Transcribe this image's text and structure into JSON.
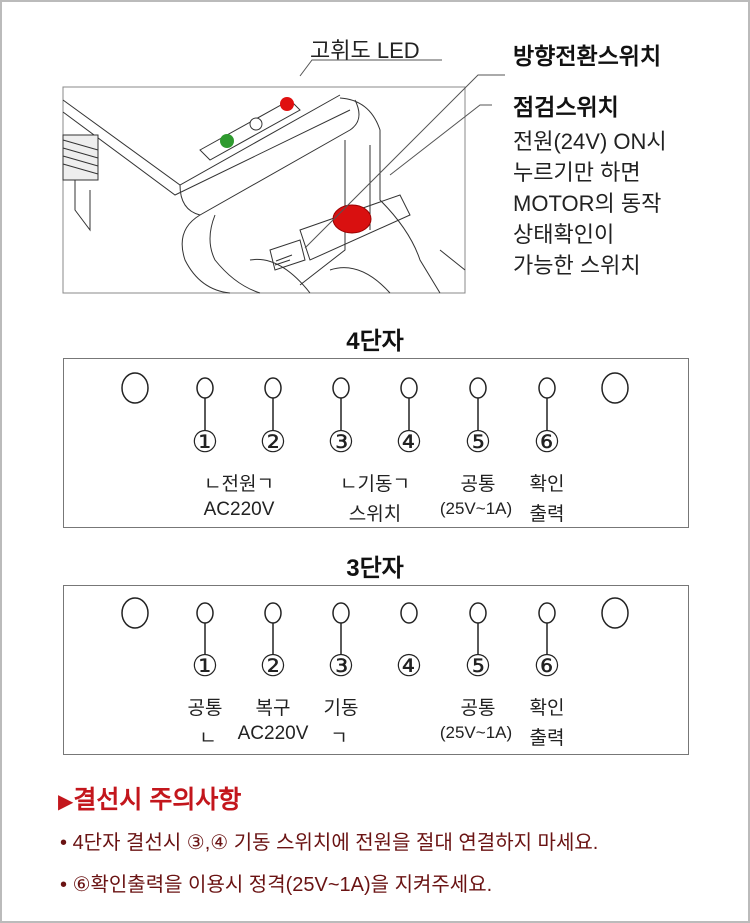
{
  "illustration": {
    "led_label": "고휘도 LED",
    "direction_switch_label": "방향전환스위치",
    "check_switch_label": "점검스위치",
    "check_switch_desc": [
      "전원(24V) ON시",
      "누르기만 하면",
      "MOTOR의 동작",
      "상태확인이",
      "가능한 스위치"
    ],
    "colors": {
      "led_green": "#2e9a2e",
      "led_red": "#e01010",
      "button_red": "#d91010"
    }
  },
  "four_terminal": {
    "title": "4단자",
    "numbers": [
      "1",
      "2",
      "3",
      "4",
      "5",
      "6"
    ],
    "labels": {
      "power_top": "ㄴ전원ㄱ",
      "power_bottom": "AC220V",
      "start_top": "ㄴ기동ㄱ",
      "start_bottom": "스위치",
      "common_top": "공통",
      "common_bottom": "(25V~1A)",
      "confirm_top": "확인",
      "confirm_bottom": "출력"
    }
  },
  "three_terminal": {
    "title": "3단자",
    "numbers": [
      "1",
      "2",
      "3",
      "4",
      "5",
      "6"
    ],
    "labels": {
      "t1": "공통",
      "t2": "복구",
      "t3": "기동",
      "ac_left": "ㄴ",
      "ac": "AC220V",
      "ac_right": "ㄱ",
      "common_top": "공통",
      "common_bottom": "(25V~1A)",
      "confirm_top": "확인",
      "confirm_bottom": "출력"
    }
  },
  "warning": {
    "title": "결선시 주의사항",
    "bullets": [
      "4단자 결선시 ③,④ 기동 스위치에 전원을 절대 연결하지 마세요.",
      "⑥확인출력을 이용시 정격(25V~1A)을 지켜주세요."
    ],
    "color": "#c3161c"
  }
}
